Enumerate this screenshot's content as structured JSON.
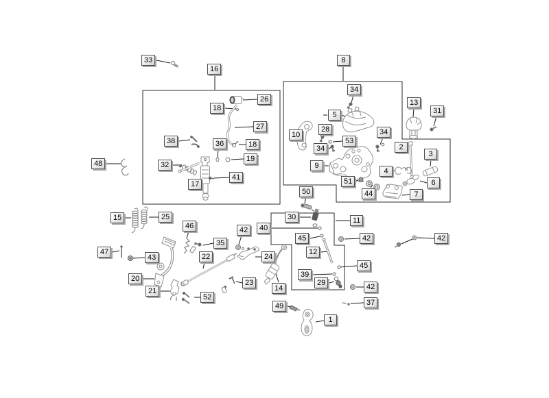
{
  "diagram": {
    "kind": "exploded-parts-diagram",
    "background_color": "#ffffff",
    "outline_color": "#2a2a2a",
    "part_stroke_color": "#8f8f8f",
    "leader_line_color": "#1a1a1a",
    "callout_bg": "#ededed",
    "callout_border": "#4d4d4d",
    "callout_shadow": "#a9a9a9",
    "assembly_boxes": [
      {
        "callout": "16"
      },
      {
        "callout": "8"
      },
      {
        "callout": "11"
      }
    ]
  },
  "callouts": [
    {
      "id": "c33",
      "num": "33"
    },
    {
      "id": "c16",
      "num": "16"
    },
    {
      "id": "c8",
      "num": "8"
    },
    {
      "id": "c26",
      "num": "26"
    },
    {
      "id": "c18a",
      "num": "18"
    },
    {
      "id": "c27",
      "num": "27"
    },
    {
      "id": "c38",
      "num": "38"
    },
    {
      "id": "c36",
      "num": "36"
    },
    {
      "id": "c18b",
      "num": "18"
    },
    {
      "id": "c19",
      "num": "19"
    },
    {
      "id": "c48",
      "num": "48"
    },
    {
      "id": "c32",
      "num": "32"
    },
    {
      "id": "c17",
      "num": "17"
    },
    {
      "id": "c41",
      "num": "41"
    },
    {
      "id": "c34a",
      "num": "34"
    },
    {
      "id": "c5",
      "num": "5"
    },
    {
      "id": "c28",
      "num": "28"
    },
    {
      "id": "c53",
      "num": "53"
    },
    {
      "id": "c34b",
      "num": "34"
    },
    {
      "id": "c10",
      "num": "10"
    },
    {
      "id": "c34c",
      "num": "34"
    },
    {
      "id": "c9",
      "num": "9"
    },
    {
      "id": "c51",
      "num": "51"
    },
    {
      "id": "c44",
      "num": "44"
    },
    {
      "id": "c2",
      "num": "2"
    },
    {
      "id": "c3",
      "num": "3"
    },
    {
      "id": "c4",
      "num": "4"
    },
    {
      "id": "c6",
      "num": "6"
    },
    {
      "id": "c7",
      "num": "7"
    },
    {
      "id": "c13",
      "num": "13"
    },
    {
      "id": "c31",
      "num": "31"
    },
    {
      "id": "c50",
      "num": "50"
    },
    {
      "id": "c30",
      "num": "30"
    },
    {
      "id": "c11",
      "num": "11"
    },
    {
      "id": "c40",
      "num": "40"
    },
    {
      "id": "c42a",
      "num": "42"
    },
    {
      "id": "c45a",
      "num": "45"
    },
    {
      "id": "c42b",
      "num": "42"
    },
    {
      "id": "c42c",
      "num": "42"
    },
    {
      "id": "c12",
      "num": "12"
    },
    {
      "id": "c45b",
      "num": "45"
    },
    {
      "id": "c39",
      "num": "39"
    },
    {
      "id": "c29",
      "num": "29"
    },
    {
      "id": "c42d",
      "num": "42"
    },
    {
      "id": "c15",
      "num": "15"
    },
    {
      "id": "c25",
      "num": "25"
    },
    {
      "id": "c46",
      "num": "46"
    },
    {
      "id": "c35",
      "num": "35"
    },
    {
      "id": "c47",
      "num": "47"
    },
    {
      "id": "c43",
      "num": "43"
    },
    {
      "id": "c22",
      "num": "22"
    },
    {
      "id": "c24",
      "num": "24"
    },
    {
      "id": "c20",
      "num": "20"
    },
    {
      "id": "c21",
      "num": "21"
    },
    {
      "id": "c23",
      "num": "23"
    },
    {
      "id": "c52",
      "num": "52"
    },
    {
      "id": "c14",
      "num": "14"
    },
    {
      "id": "c49",
      "num": "49"
    },
    {
      "id": "c37",
      "num": "37"
    },
    {
      "id": "c1",
      "num": "1"
    }
  ]
}
